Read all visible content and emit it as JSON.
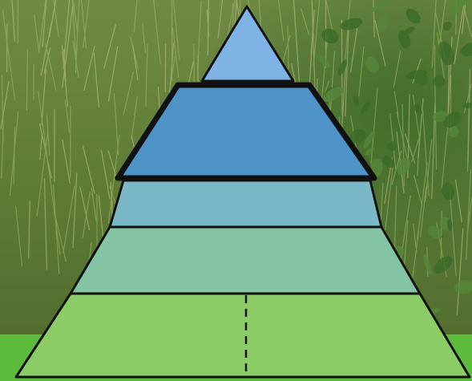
{
  "scene": {
    "background": "grass-and-shrubs-photo",
    "ground_band_color": "#5dbb3c"
  },
  "pyramid": {
    "outline_color": "#111111",
    "levels": [
      {
        "name": "apex",
        "fill": "#7fb3e6",
        "highlighted": false
      },
      {
        "name": "level-2",
        "fill": "#4f94c8",
        "highlighted": true
      },
      {
        "name": "level-3",
        "fill": "#7ab8c6",
        "highlighted": false
      },
      {
        "name": "level-4",
        "fill": "#84c3a4",
        "highlighted": false
      },
      {
        "name": "base",
        "fill": "#8ccc66",
        "highlighted": false,
        "split": "dashed-vertical"
      }
    ]
  }
}
